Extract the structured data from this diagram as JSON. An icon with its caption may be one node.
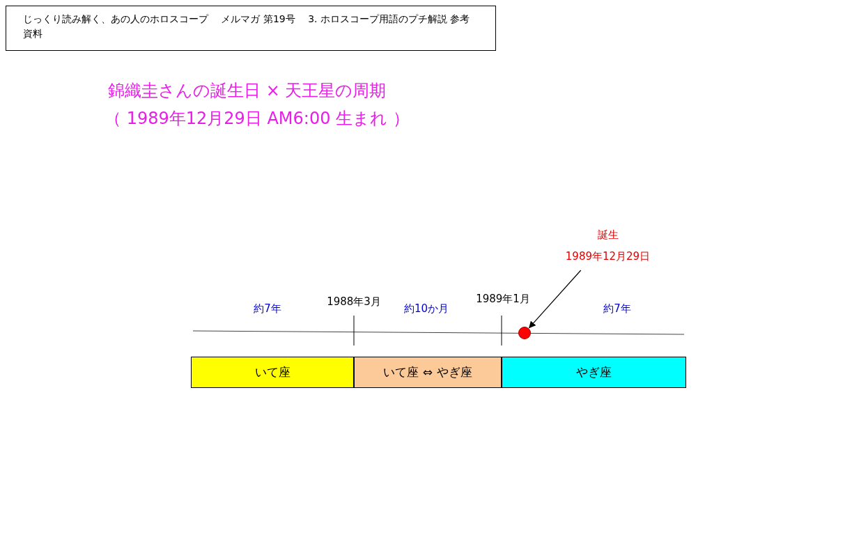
{
  "diagram": {
    "title": "錦織圭さんの誕生日 × 天王星の周期",
    "nodes": [
      {
        "text": [
          "じっくり読み解く、あの人のホロスコープ　 メルマガ 第19号　 3. ホロスコープ用語のプチ解説 参考資料"
        ]
      },
      {
        "text": [
          "いて座"
        ]
      },
      {
        "text": [
          "いて座 ⇔ やぎ座"
        ]
      },
      {
        "text": [
          "やぎ座"
        ]
      },
      {
        "text": [],
        "shape": "circle"
      },
      {
        "text": [
          "誕生",
          "1989年12月29日"
        ]
      }
    ],
    "edges": [
      {
        "from": 5,
        "to": 4,
        "arrow": "to"
      }
    ],
    "labels": [
      "（ 1989年12月29日 AM6:00 生まれ ）",
      "約7年",
      "1988年3月",
      "約10か月",
      "1989年1月",
      "約7年"
    ]
  }
}
